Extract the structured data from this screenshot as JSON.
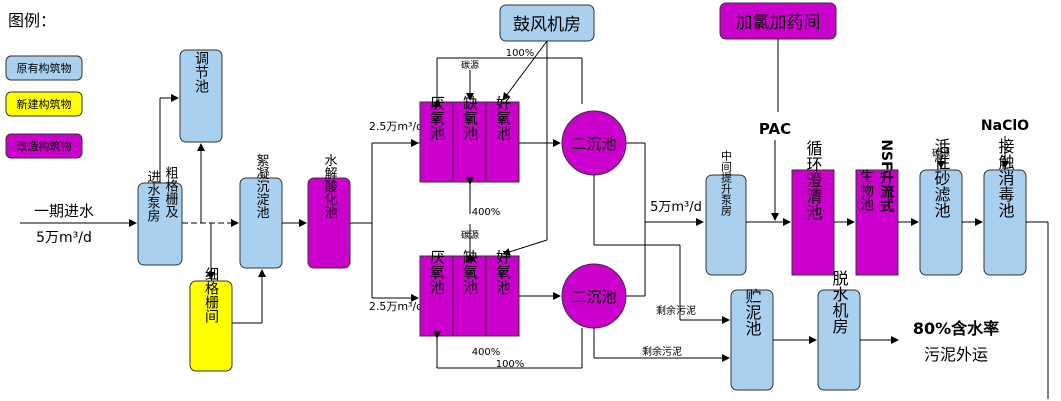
{
  "legend": {
    "title": "图例：",
    "items": [
      {
        "label": "原有构筑物",
        "color": "#a9d0ef"
      },
      {
        "label": "新建构筑物",
        "color": "#ffff00"
      },
      {
        "label": "改造构筑物",
        "color": "#cc00cc"
      }
    ]
  },
  "inflow": {
    "line1": "一期进水",
    "line2": "5万m³/d"
  },
  "units": {
    "coarse_screen": "进水泵房",
    "coarse_screen_b": "粗格栅及",
    "regulating": "调节池",
    "fine_screen": "细格栅间",
    "coag_sed": "絮凝沉淀池",
    "hydrolysis": "水解酸化池",
    "top_train": [
      "厌氧池",
      "缺氧池",
      "好氧池"
    ],
    "bottom_train": [
      "厌氧池",
      "缺氧池",
      "好氧池"
    ],
    "sec_clar_top": "二沉池",
    "sec_clar_bottom": "二沉池",
    "blower": "鼓风机房",
    "chlorine": "加氯加药间",
    "mid_lift": "中间提升泵房",
    "circ_clar": "循环澄清池",
    "bio_pool": "生物池",
    "nsf": "NSF升流式",
    "sand_filter": "活性砂滤池",
    "contact": "接触消毒池",
    "sludge_tank": "贮泥池",
    "dewater": "脱水机房"
  },
  "labels": {
    "flow_top": "2.5万m³/d",
    "flow_bottom": "2.5万m³/d",
    "recycle_top": "100%",
    "recycle_mid": "400%",
    "recycle_bot": "400%",
    "recycle_bottom": "100%",
    "carbon_top": "碳源",
    "carbon_mid": "碳源",
    "carbon_filter": "碳源",
    "pac": "PAC",
    "naclo": "NaClO",
    "mid_flow": "5万m³/d",
    "excess_sludge_1": "剩余污泥",
    "excess_sludge_2": "剩余污泥",
    "sludge_out_1": "80%含水率",
    "sludge_out_2": "污泥外运"
  }
}
